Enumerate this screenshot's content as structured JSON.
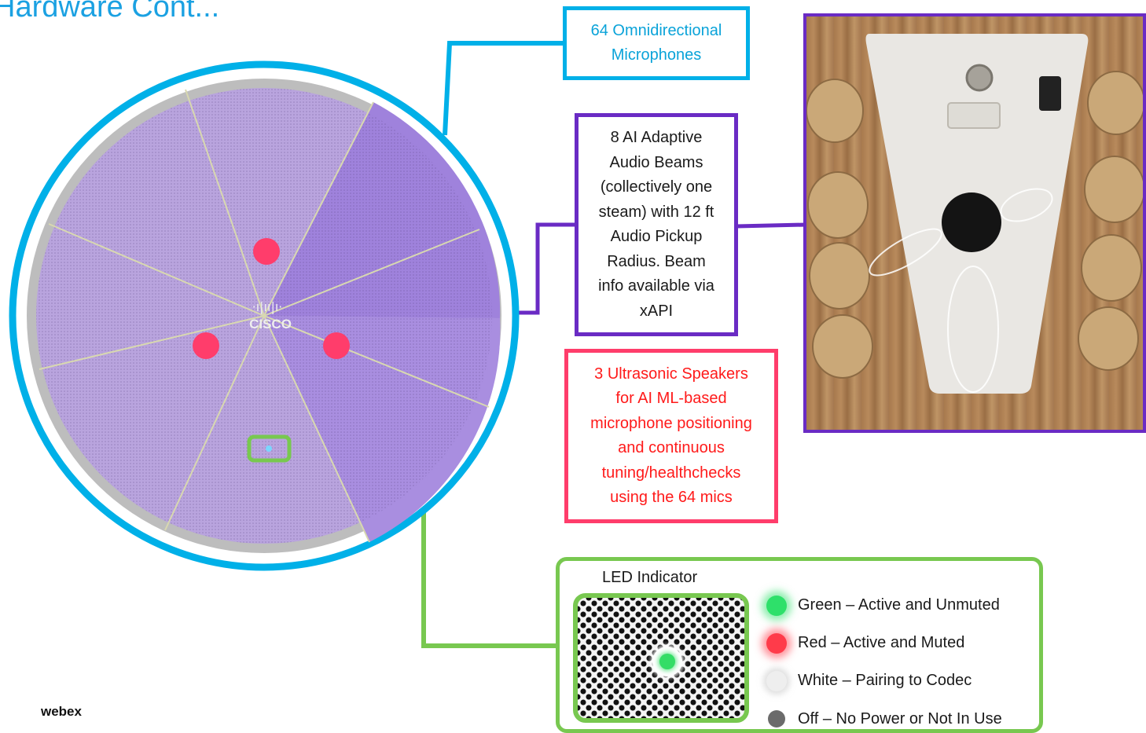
{
  "page": {
    "title": "Hardware Cont...",
    "brand": "webex"
  },
  "device": {
    "logo_top": "·ı|ıı|ı·",
    "logo_bottom": "CISCO"
  },
  "callouts": {
    "microphones": [
      "64 Omnidirectional",
      "Microphones"
    ],
    "beams": [
      "8 AI Adaptive",
      "Audio Beams",
      "(collectively one",
      "steam) with 12 ft",
      "Audio Pickup",
      "Radius.  Beam",
      "info available via",
      "xAPI"
    ],
    "speakers": [
      "3 Ultrasonic Speakers",
      "for AI ML-based",
      "microphone positioning",
      "and continuous",
      "tuning/healthchecks",
      "using the 64 mics"
    ]
  },
  "led": {
    "title": "LED Indicator",
    "legend": [
      {
        "color": "#2ee06a",
        "label": "Green – Active and Unmuted"
      },
      {
        "color": "#ff3b4a",
        "label": "Red – Active and Muted"
      },
      {
        "color": "#eeeeee",
        "label": "White – Pairing to Codec"
      },
      {
        "color": "#6b6b6b",
        "label": "Off – No Power or Not In Use"
      }
    ]
  },
  "colors": {
    "mic_accent": "#00b0e8",
    "beam_accent": "#6a2bc4",
    "speaker_accent": "#ff3d6b",
    "led_accent": "#78c850"
  }
}
